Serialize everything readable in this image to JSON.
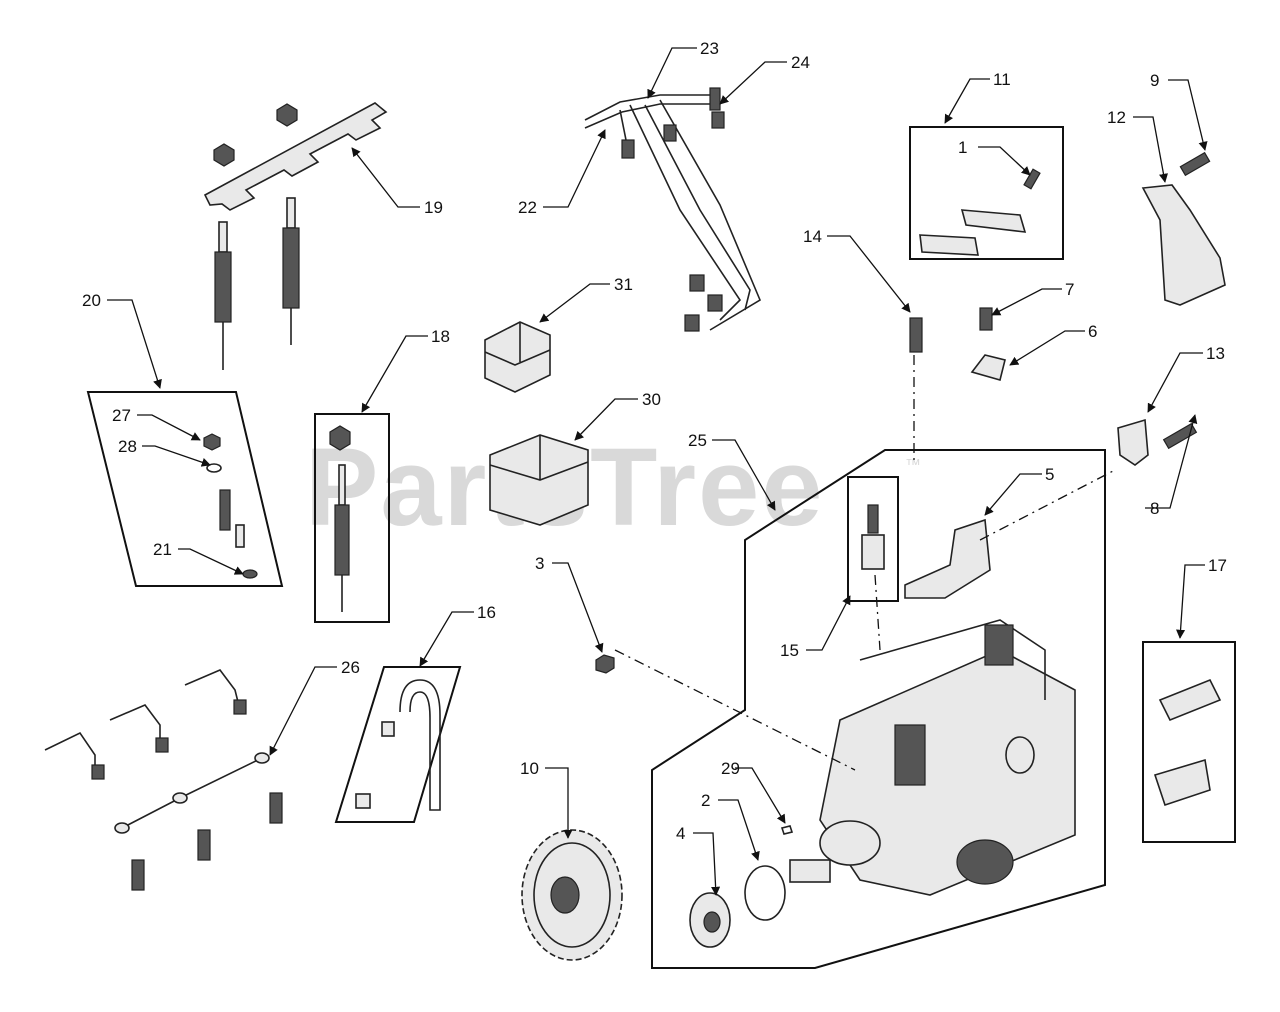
{
  "watermark": {
    "text": "PartsTree",
    "mark": "™"
  },
  "callouts": [
    "1",
    "2",
    "3",
    "4",
    "5",
    "6",
    "7",
    "8",
    "9",
    "10",
    "11",
    "12",
    "13",
    "14",
    "15",
    "16",
    "17",
    "18",
    "19",
    "20",
    "21",
    "22",
    "23",
    "24",
    "25",
    "26",
    "27",
    "28",
    "29",
    "30",
    "31"
  ]
}
